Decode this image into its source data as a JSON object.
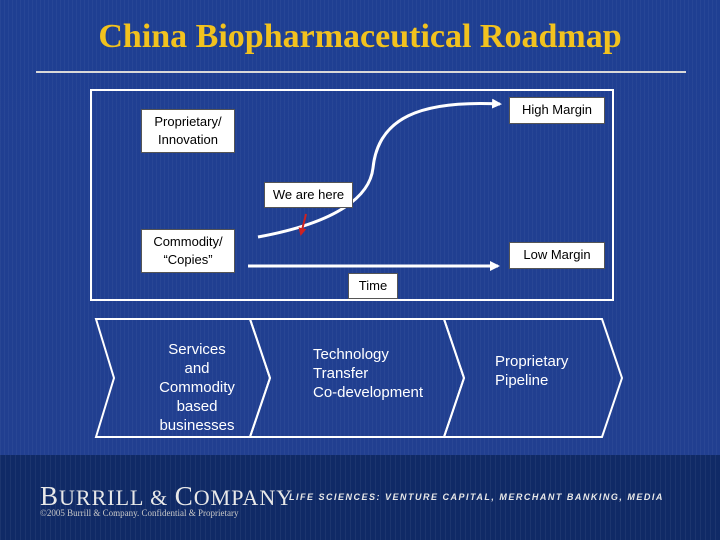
{
  "title": "China Biopharmaceutical Roadmap",
  "diagram": {
    "high_margin": "High Margin",
    "proprietary_innovation": [
      "Proprietary/",
      "Innovation"
    ],
    "we_are_here": "We are here",
    "commodity_copies": [
      "Commodity/",
      "“Copies”"
    ],
    "low_margin": "Low Margin",
    "time": "Time"
  },
  "stages": [
    {
      "lines": [
        "Services",
        "and",
        "Commodity",
        "based",
        "businesses"
      ]
    },
    {
      "lines": [
        "Technology",
        "Transfer",
        "Co-development"
      ]
    },
    {
      "lines": [
        "Proprietary",
        "Pipeline"
      ]
    }
  ],
  "footer": {
    "logo_part1": "B",
    "logo_part2": "URRILL & ",
    "logo_part3": "C",
    "logo_part4": "OMPANY",
    "copyright": "©2005 Burrill & Company. Confidential & Proprietary",
    "tagline": "LIFE SCIENCES: VENTURE CAPITAL, MERCHANT BANKING, MEDIA"
  },
  "colors": {
    "background": "#1f3f92",
    "title": "#f2c21e",
    "arrow_marker": "#cc2222",
    "footer": "#102a66"
  }
}
